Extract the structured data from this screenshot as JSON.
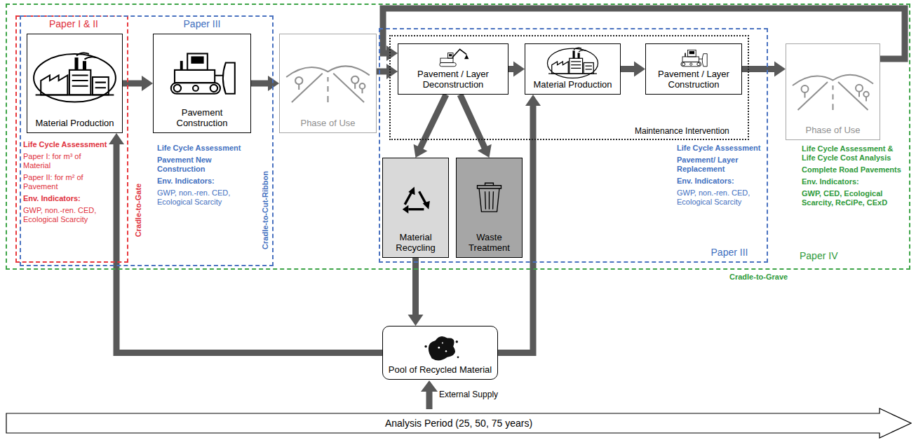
{
  "diagram": {
    "nodes": [
      {
        "text": [
          "Life Cycle Assessment & Life Cycle Cost Analysis",
          "Complete Road Pavements",
          "Env. Indicators:",
          "GWP, CED, Ecological Scarcity, ReCiPe, CExD",
          "Paper IV",
          "Cradle-to-Grave"
        ]
      },
      {
        "text": [
          "Paper I & II",
          "Life Cycle Assessment",
          "Paper I: for m³ of Material",
          "Paper II: for m² of Pavement",
          "Env. Indicators:",
          "GWP, non.-ren. CED, Ecological Scarcity",
          "Cradle-to-Gate"
        ],
        "in": 0
      },
      {
        "text": [
          "Paper III",
          "Life Cycle Assessment",
          "Pavement New Construction",
          "Env. Indicators:",
          "GWP, non.-ren. CED, Ecological Scarcity",
          "Cradle-to-Cut-Ribbon"
        ],
        "in": 0
      },
      {
        "text": [
          "Material Production"
        ],
        "in": 1
      },
      {
        "text": [
          "Pavement Construction"
        ],
        "in": 2
      },
      {
        "text": [
          "Phase of Use"
        ],
        "in": 0
      },
      {
        "text": [
          "Life Cycle Assessment",
          "Pavement/ Layer Replacement",
          "Env. Indicators:",
          "GWP, non.-ren. CED, Ecological Scarcity",
          "Paper III"
        ],
        "in": 0
      },
      {
        "text": [
          "Maintenance Intervention"
        ],
        "in": 6
      },
      {
        "text": [
          "Pavement / Layer Deconstruction"
        ],
        "in": 7
      },
      {
        "text": [
          "Material Production"
        ],
        "in": 7
      },
      {
        "text": [
          "Pavement / Layer Construction"
        ],
        "in": 7
      },
      {
        "text": [
          "Material Recycling"
        ],
        "in": 6
      },
      {
        "text": [
          "Waste Treatment"
        ],
        "in": 6
      },
      {
        "text": [
          "Phase of Use"
        ],
        "in": 0
      },
      {
        "text": [
          "Pool of Recycled Material"
        ]
      },
      {
        "text": [
          "Analysis Period (25, 50, 75 years)"
        ]
      }
    ],
    "edges": [
      {
        "from": 3,
        "to": 4,
        "arrow": "to"
      },
      {
        "from": 4,
        "to": 5,
        "arrow": "to"
      },
      {
        "from": 5,
        "to": 8,
        "arrow": "to"
      },
      {
        "from": 8,
        "to": 9,
        "arrow": "to"
      },
      {
        "from": 9,
        "to": 10,
        "arrow": "to"
      },
      {
        "from": 10,
        "to": 13,
        "arrow": "to"
      },
      {
        "from": 13,
        "to": 8,
        "arrow": "to"
      },
      {
        "from": 8,
        "to": 11,
        "arrow": "to"
      },
      {
        "from": 8,
        "to": 12,
        "arrow": "to"
      },
      {
        "from": 11,
        "to": 14,
        "arrow": "to"
      },
      {
        "from": 14,
        "to": 3,
        "arrow": "to"
      },
      {
        "from": 14,
        "to": 9,
        "arrow": "to"
      }
    ],
    "labels": [
      "External Supply"
    ]
  }
}
